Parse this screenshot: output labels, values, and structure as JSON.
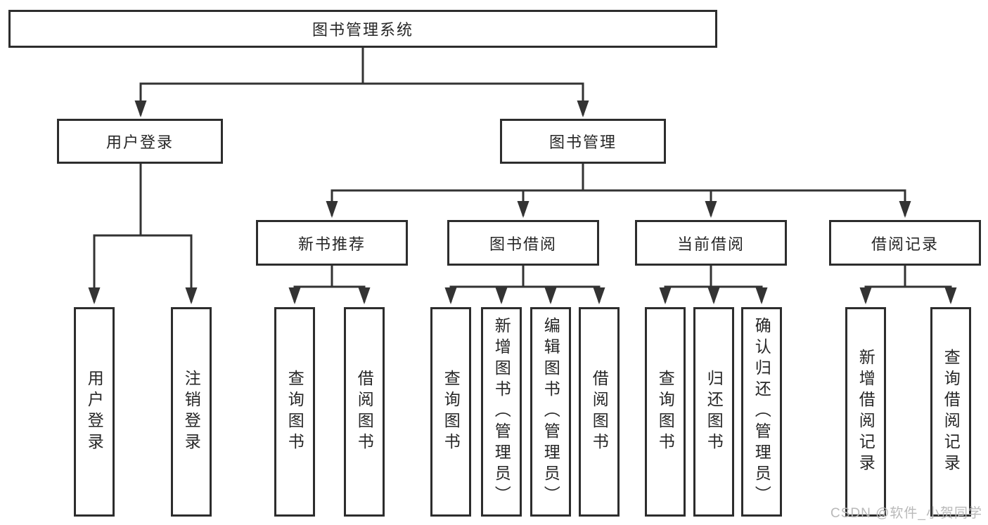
{
  "diagram_title": "图书管理系统",
  "nodes": {
    "root": {
      "label": "图书管理系统"
    },
    "user_login": {
      "label": "用户登录"
    },
    "book_mgmt": {
      "label": "图书管理"
    },
    "user_login_children": [
      {
        "label": "用户登录"
      },
      {
        "label": "注销登录"
      }
    ],
    "new_book": {
      "label": "新书推荐"
    },
    "book_borrow": {
      "label": "图书借阅"
    },
    "current_borrow": {
      "label": "当前借阅"
    },
    "borrow_record": {
      "label": "借阅记录"
    },
    "new_book_children": [
      {
        "label": "查询图书"
      },
      {
        "label": "借阅图书"
      }
    ],
    "book_borrow_children": [
      {
        "label": "查询图书"
      },
      {
        "label": "新增图书（管理员）"
      },
      {
        "label": "编辑图书（管理员）"
      },
      {
        "label": "借阅图书"
      }
    ],
    "current_borrow_children": [
      {
        "label": "查询图书"
      },
      {
        "label": "归还图书"
      },
      {
        "label": "确认归还（管理员）"
      }
    ],
    "borrow_record_children": [
      {
        "label": "新增借阅记录"
      },
      {
        "label": "查询借阅记录"
      }
    ]
  },
  "watermark": {
    "text": "CSDN @软件_小贺同学"
  },
  "colors": {
    "line": "#333333",
    "box_border": "#2d2d2d",
    "box_fill": "#ffffff",
    "text": "#262626",
    "watermark": "#b9b9b9",
    "background": "#ffffff"
  }
}
